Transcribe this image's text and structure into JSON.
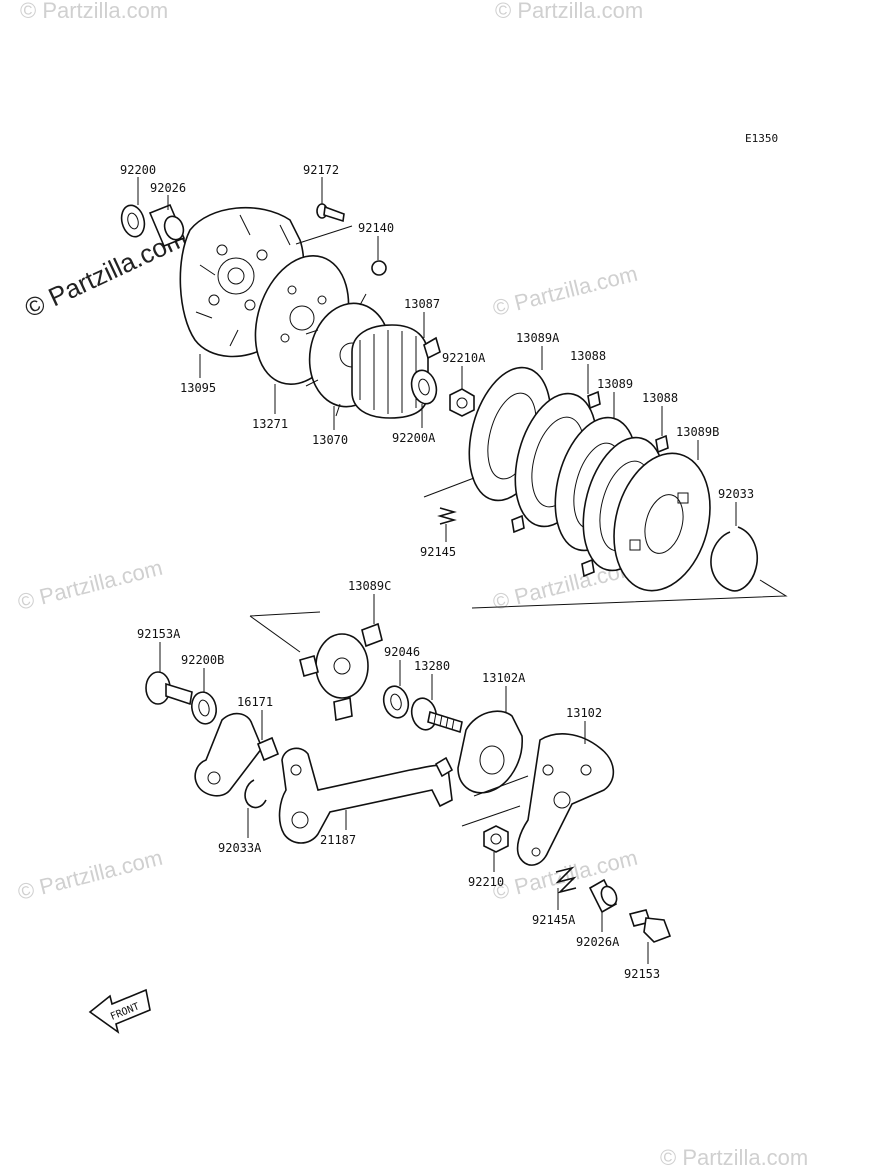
{
  "diagram_code": "E1350",
  "front_label": "FRONT",
  "watermark_main": "© Partzilla.com",
  "watermarks": [
    "© Partzilla.com",
    "© Partzilla.com",
    "© Partzilla.com",
    "© Partzilla.com",
    "© Partzilla.com",
    "© Partzilla.com",
    "© Partzilla.com",
    "© Partzilla.com"
  ],
  "parts": [
    {
      "id": "92200",
      "label": "92200"
    },
    {
      "id": "92026",
      "label": "92026"
    },
    {
      "id": "92172",
      "label": "92172"
    },
    {
      "id": "92140",
      "label": "92140"
    },
    {
      "id": "13087",
      "label": "13087"
    },
    {
      "id": "13095",
      "label": "13095"
    },
    {
      "id": "13271",
      "label": "13271"
    },
    {
      "id": "13070",
      "label": "13070"
    },
    {
      "id": "92210A",
      "label": "92210A"
    },
    {
      "id": "92200A",
      "label": "92200A"
    },
    {
      "id": "13089A",
      "label": "13089A"
    },
    {
      "id": "13088a",
      "label": "13088"
    },
    {
      "id": "13089",
      "label": "13089"
    },
    {
      "id": "13088b",
      "label": "13088"
    },
    {
      "id": "13089B",
      "label": "13089B"
    },
    {
      "id": "92033",
      "label": "92033"
    },
    {
      "id": "92145",
      "label": "92145"
    },
    {
      "id": "13089C",
      "label": "13089C"
    },
    {
      "id": "92153A",
      "label": "92153A"
    },
    {
      "id": "92200B",
      "label": "92200B"
    },
    {
      "id": "92046",
      "label": "92046"
    },
    {
      "id": "13280",
      "label": "13280"
    },
    {
      "id": "13102A",
      "label": "13102A"
    },
    {
      "id": "16171",
      "label": "16171"
    },
    {
      "id": "13102",
      "label": "13102"
    },
    {
      "id": "92033A",
      "label": "92033A"
    },
    {
      "id": "21187",
      "label": "21187"
    },
    {
      "id": "92210",
      "label": "92210"
    },
    {
      "id": "92145A",
      "label": "92145A"
    },
    {
      "id": "92026A",
      "label": "92026A"
    },
    {
      "id": "92153",
      "label": "92153"
    }
  ]
}
